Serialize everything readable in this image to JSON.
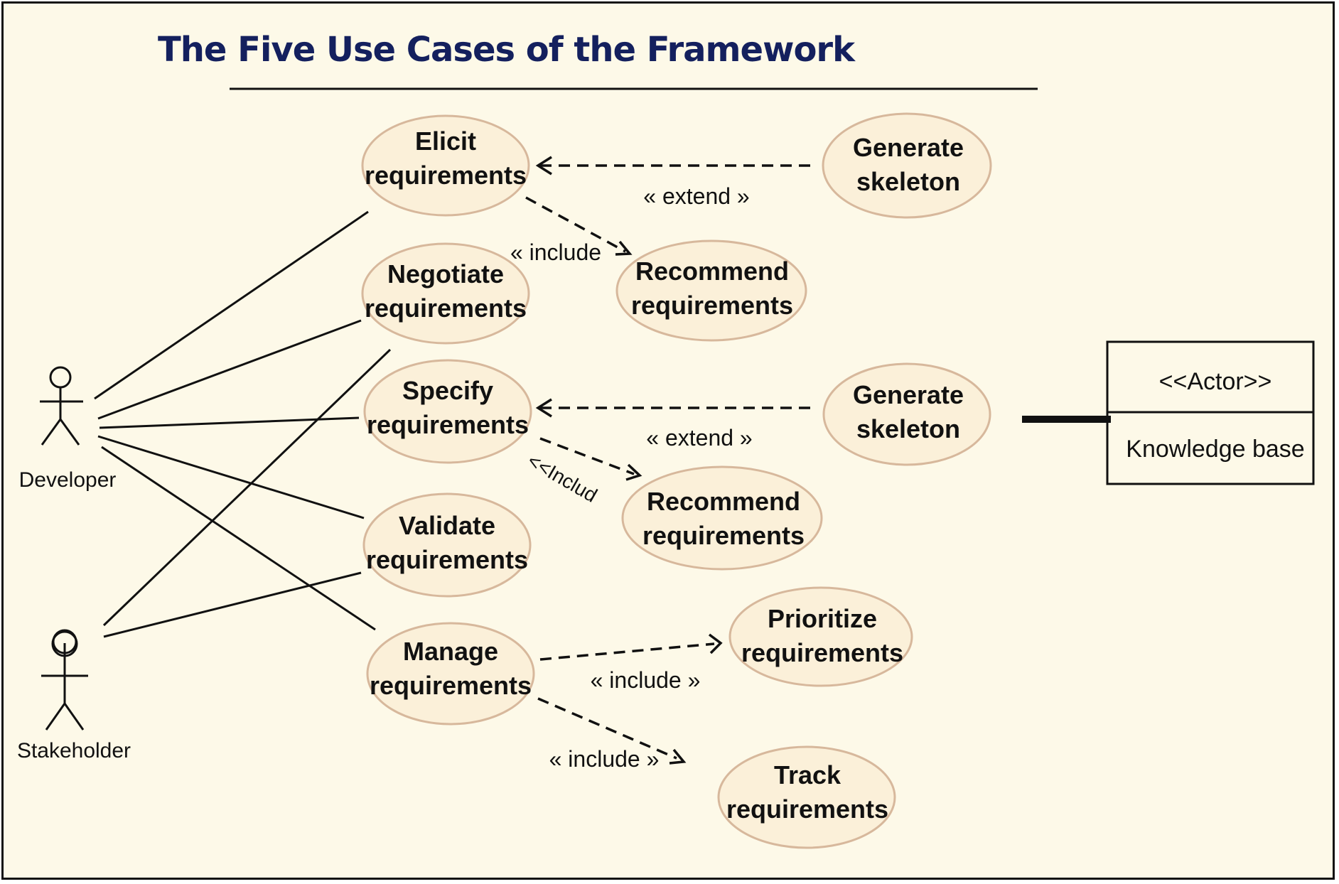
{
  "title": "The Five Use Cases of the Framework",
  "actors": [
    {
      "id": "developer",
      "name": "Developer"
    },
    {
      "id": "stakeholder",
      "name": "Stakeholder"
    }
  ],
  "use_cases": [
    {
      "id": "elicit",
      "lines": [
        "Elicit",
        "requirements"
      ]
    },
    {
      "id": "negotiate",
      "lines": [
        "Negotiate",
        "requirements"
      ]
    },
    {
      "id": "specify",
      "lines": [
        "Specify",
        "requirements"
      ]
    },
    {
      "id": "validate",
      "lines": [
        "Validate",
        "requirements"
      ]
    },
    {
      "id": "manage",
      "lines": [
        "Manage",
        "requirements"
      ]
    },
    {
      "id": "gen-skel-1",
      "lines": [
        "Generate",
        "skeleton"
      ]
    },
    {
      "id": "recommend-1",
      "lines": [
        "Recommend",
        "requirements"
      ]
    },
    {
      "id": "gen-skel-2",
      "lines": [
        "Generate",
        "skeleton"
      ]
    },
    {
      "id": "recommend-2",
      "lines": [
        "Recommend",
        "requirements"
      ]
    },
    {
      "id": "prioritize",
      "lines": [
        "Prioritize",
        "requirements"
      ]
    },
    {
      "id": "track",
      "lines": [
        "Track",
        "requirements"
      ]
    }
  ],
  "associations": [
    {
      "from": "developer",
      "to": "elicit"
    },
    {
      "from": "developer",
      "to": "negotiate"
    },
    {
      "from": "developer",
      "to": "specify"
    },
    {
      "from": "developer",
      "to": "validate"
    },
    {
      "from": "developer",
      "to": "manage"
    },
    {
      "from": "stakeholder",
      "to": "negotiate"
    },
    {
      "from": "stakeholder",
      "to": "validate"
    }
  ],
  "relations": [
    {
      "from": "gen-skel-1",
      "to": "elicit",
      "label": "« extend »"
    },
    {
      "from": "elicit",
      "to": "recommend-1",
      "label": "« include"
    },
    {
      "from": "gen-skel-2",
      "to": "specify",
      "label": "« extend »"
    },
    {
      "from": "specify",
      "to": "recommend-2",
      "label": "<<Includ"
    },
    {
      "from": "manage",
      "to": "prioritize",
      "label": "« include »"
    },
    {
      "from": "manage",
      "to": "track",
      "label": "« include »"
    }
  ],
  "external_actor": {
    "stereotype": "<<Actor>>",
    "name": "Knowledge base"
  }
}
